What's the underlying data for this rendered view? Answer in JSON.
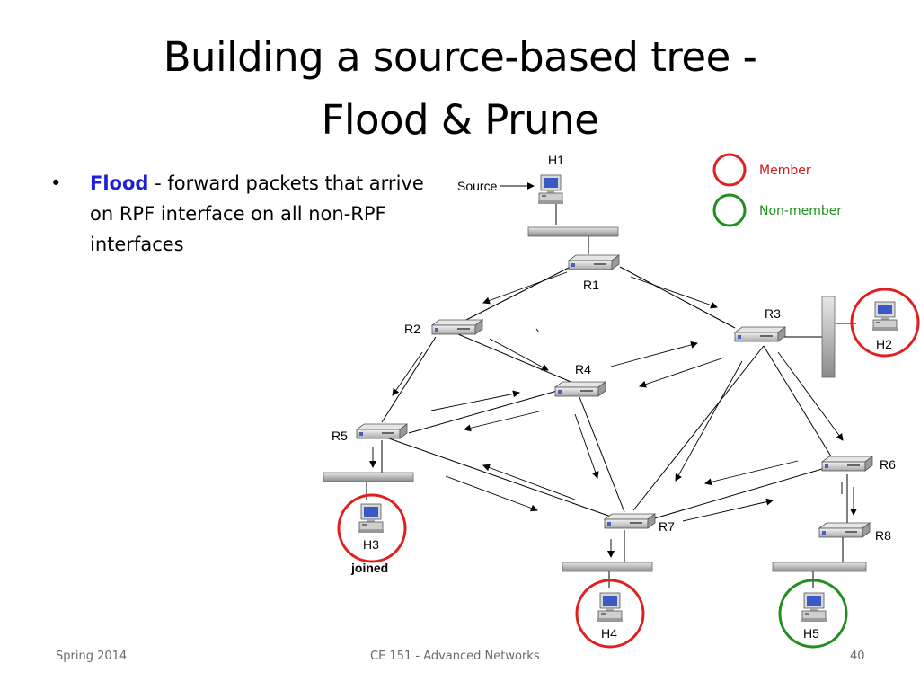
{
  "slide": {
    "title_line1": "Building a source-based tree -",
    "title_line2": "Flood & Prune",
    "bullet": {
      "marker": "•",
      "keyword": "Flood",
      "text": " - forward packets that arrive on RPF interface on all non-RPF interfaces"
    },
    "footer_left": "Spring 2014",
    "footer_center": "CE 151 - Advanced Networks",
    "footer_right": "40"
  },
  "legend": {
    "member_label": "Member",
    "non_member_label": "Non-member",
    "member_color": "#e02020",
    "non_member_color": "#1f8f1f"
  },
  "diagram": {
    "source_label": "Source",
    "joined_label": "joined",
    "hosts": [
      "H1",
      "H2",
      "H3",
      "H4",
      "H5"
    ],
    "routers": [
      "R1",
      "R2",
      "R3",
      "R4",
      "R5",
      "R6",
      "R7",
      "R8"
    ]
  }
}
